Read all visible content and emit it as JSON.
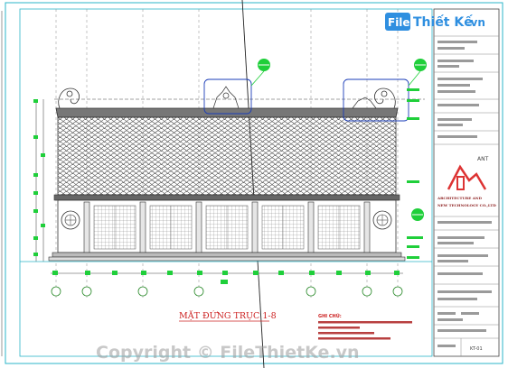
{
  "watermark_logo": {
    "brand_prefix": "File",
    "brand_name": "Thiết Kế",
    "brand_suffix": ".vn"
  },
  "watermark_copyright": "Copyright © FileThietKe.vn",
  "drawing_title": "MẶT ĐỨNG TRỤC 1-8",
  "notes_heading": "GHI CHÚ:",
  "title_block": {
    "project_code": "ANT",
    "company_line1": "ARCHITECTURE AND",
    "company_line2": "NEW TECHNOLOGY CO.,LTD",
    "sheet_no": "KT-01"
  },
  "colors": {
    "frame": "#2bb5c8",
    "grid_line": "#8a8a8a",
    "roof_tile": "#3c3c3c",
    "wood": "#555555",
    "annotation_green": "#1fcf3a",
    "annotation_blue": "#1a3cb8",
    "title_red": "#cc2020",
    "brand_blue": "#2f8fe0"
  }
}
